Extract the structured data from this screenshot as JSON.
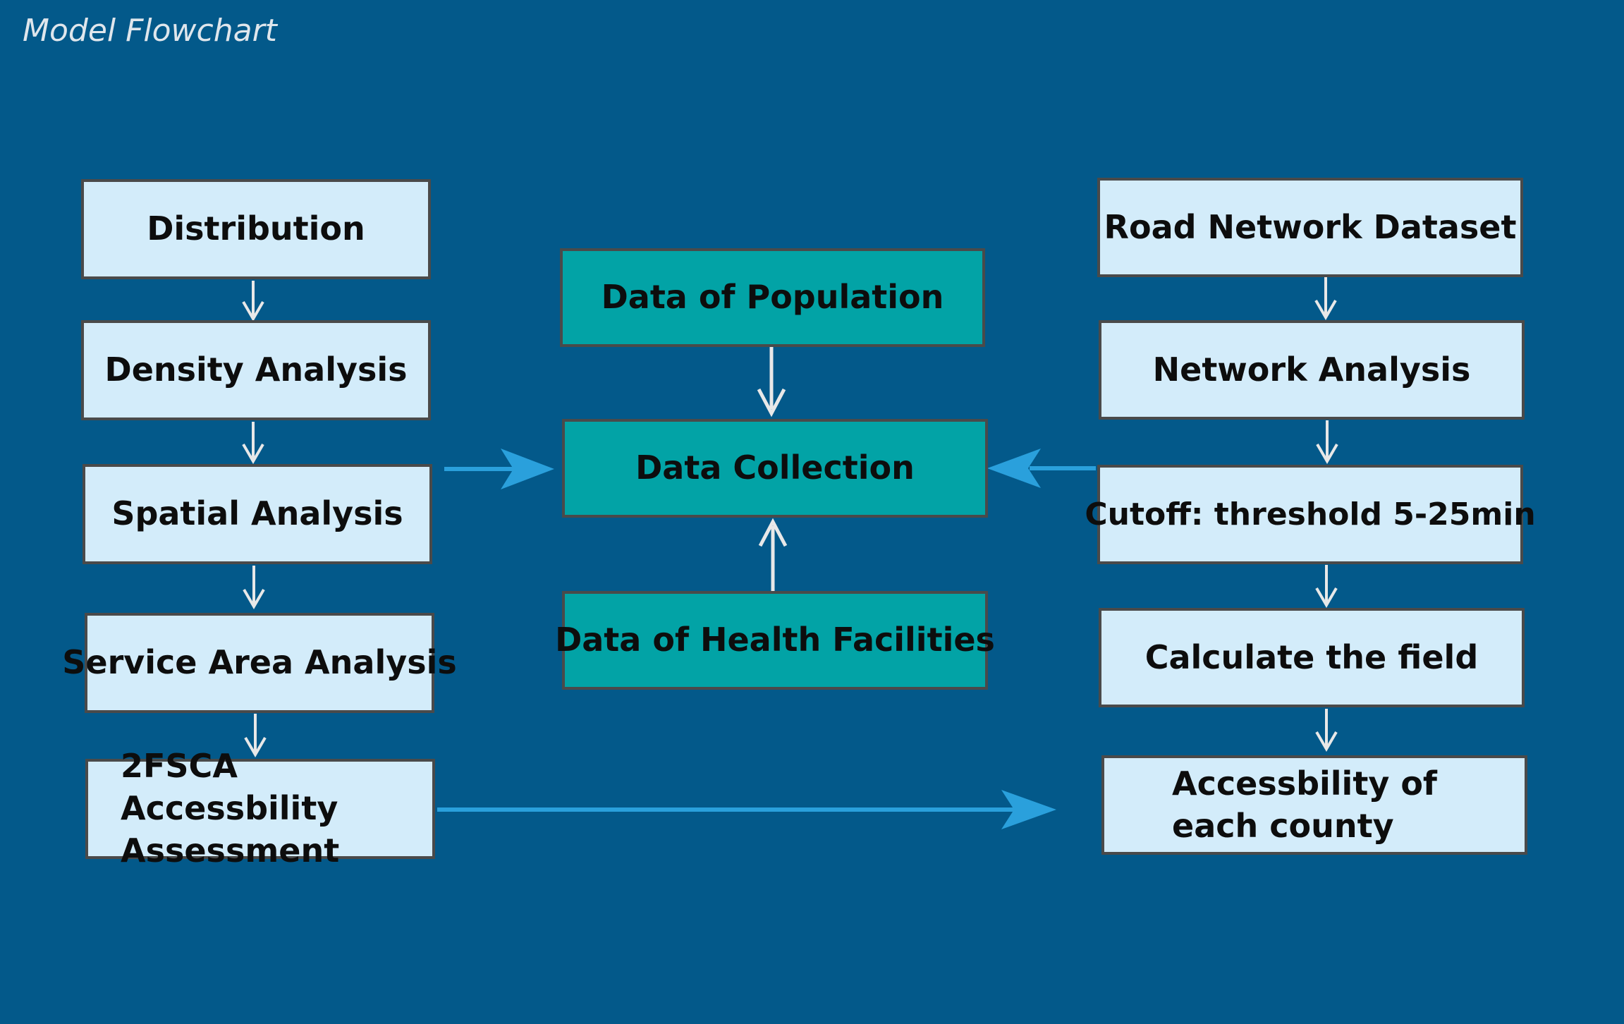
{
  "title": "Model Flowchart",
  "left_column": {
    "distribution": "Distribution",
    "density": "Density Analysis",
    "spatial": "Spatial Analysis",
    "service_area": "Service Area Analysis",
    "assessment": "2FSCA Accessbility Assessment"
  },
  "center_column": {
    "population": "Data of Population",
    "collection": "Data Collection",
    "health_facilities": "Data of Health Facilities"
  },
  "right_column": {
    "road_network": "Road Network Dataset",
    "network_analysis": "Network Analysis",
    "cutoff": "Cutoff: threshold 5-25min",
    "calculate": "Calculate the field",
    "accessibility": "Accessbility of each county"
  },
  "colors": {
    "background": "#03598a",
    "light_box": "#d3ecfa",
    "teal_box": "#02a3a6",
    "white_arrow": "#e8e8e8",
    "blue_arrow": "#2aa0dc"
  }
}
